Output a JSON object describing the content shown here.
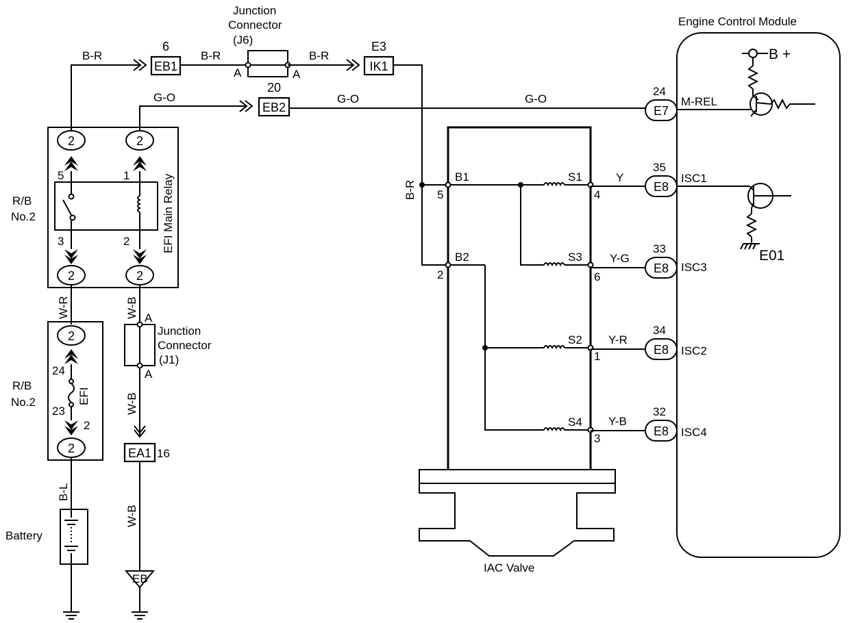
{
  "ecm": {
    "title": "Engine Control Module",
    "bplus": "B +",
    "ground": "E01"
  },
  "ecm_pins": {
    "mrel": {
      "pin": "24",
      "conn": "E7",
      "signal": "M-REL"
    },
    "isc1": {
      "pin": "35",
      "conn": "E8",
      "signal": "ISC1"
    },
    "isc3": {
      "pin": "33",
      "conn": "E8",
      "signal": "ISC3"
    },
    "isc2": {
      "pin": "34",
      "conn": "E8",
      "signal": "ISC2"
    },
    "isc4": {
      "pin": "32",
      "conn": "E8",
      "signal": "ISC4"
    }
  },
  "wire_colors": {
    "br_top1": "B-R",
    "br_top2": "B-R",
    "br_top3": "B-R",
    "br_vert": "B-R",
    "go1": "G-O",
    "go2": "G-O",
    "go3": "G-O",
    "y": "Y",
    "yg": "Y-G",
    "yr": "Y-R",
    "yb": "Y-B",
    "wr": "W-R",
    "wb1": "W-B",
    "wb2": "W-B",
    "wb3": "W-B",
    "bl": "B-L"
  },
  "connectors": {
    "eb1": {
      "label": "EB1",
      "pin": "6"
    },
    "eb2": {
      "label": "EB2",
      "pin": "20"
    },
    "ik1": {
      "label": "IK1",
      "pin": "E3"
    },
    "ea1": {
      "label": "EA1",
      "pin": "16"
    },
    "eb_ground": "EB"
  },
  "junction_j6": {
    "line1": "Junction",
    "line2": "Connector",
    "line3": "(J6)",
    "pin_a_left": "A",
    "pin_a_right": "A"
  },
  "junction_j1": {
    "line1": "Junction",
    "line2": "Connector",
    "line3": "(J1)",
    "pin_a_top": "A",
    "pin_a_bottom": "A"
  },
  "relay": {
    "label": "EFI Main Relay",
    "rb_line1": "R/B",
    "rb_line2": "No.2",
    "pin5": "5",
    "pin1": "1",
    "pin3": "3",
    "pin2": "2",
    "conn_label": "2"
  },
  "fuse_block": {
    "rb_line1": "R/B",
    "rb_line2": "No.2",
    "fuse_label": "EFI",
    "pin24": "24",
    "pin23": "23",
    "pin2": "2",
    "conn_label": "2"
  },
  "battery": {
    "label": "Battery"
  },
  "iac": {
    "label": "IAC Valve",
    "b1": "B1",
    "b2": "B2",
    "s1": "S1",
    "s2": "S2",
    "s3": "S3",
    "s4": "S4",
    "pin5": "5",
    "pin2": "2",
    "pin4": "4",
    "pin6": "6",
    "pin1": "1",
    "pin3": "3"
  }
}
